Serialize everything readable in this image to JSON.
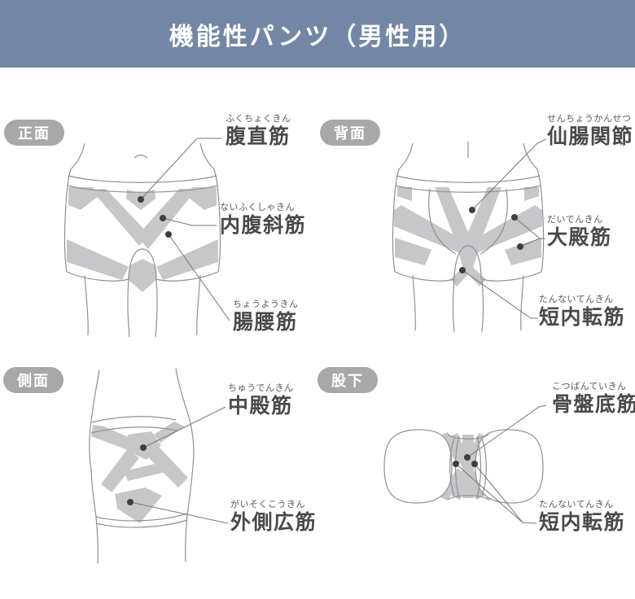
{
  "title": "機能性パンツ（男性用）",
  "colors": {
    "banner_bg": "#7486a6",
    "badge_bg": "#a8a8a8",
    "muscle_band_fill": "#c6c7c9",
    "body_outline": "#8f9194",
    "label_text": "#4a4a4a"
  },
  "sections": {
    "front": {
      "badge_label": "正面",
      "labels": [
        {
          "furigana": "ふくちょくきん",
          "kanji": "腹直筋"
        },
        {
          "furigana": "ないふくしゃきん",
          "kanji": "内腹斜筋"
        },
        {
          "furigana": "ちょうようきん",
          "kanji": "腸腰筋"
        }
      ]
    },
    "back": {
      "badge_label": "背面",
      "labels": [
        {
          "furigana": "せんちょうかんせつ",
          "kanji": "仙腸関節"
        },
        {
          "furigana": "だいでんきん",
          "kanji": "大殿筋"
        },
        {
          "furigana": "たんないてんきん",
          "kanji": "短内転筋"
        }
      ]
    },
    "side": {
      "badge_label": "側面",
      "labels": [
        {
          "furigana": "ちゅうでんきん",
          "kanji": "中殿筋"
        },
        {
          "furigana": "がいそくこうきん",
          "kanji": "外側広筋"
        }
      ]
    },
    "inseam": {
      "badge_label": "股下",
      "labels": [
        {
          "furigana": "こつばんていきん",
          "kanji": "骨盤底筋"
        },
        {
          "furigana": "たんないてんきん",
          "kanji": "短内転筋"
        }
      ]
    }
  }
}
